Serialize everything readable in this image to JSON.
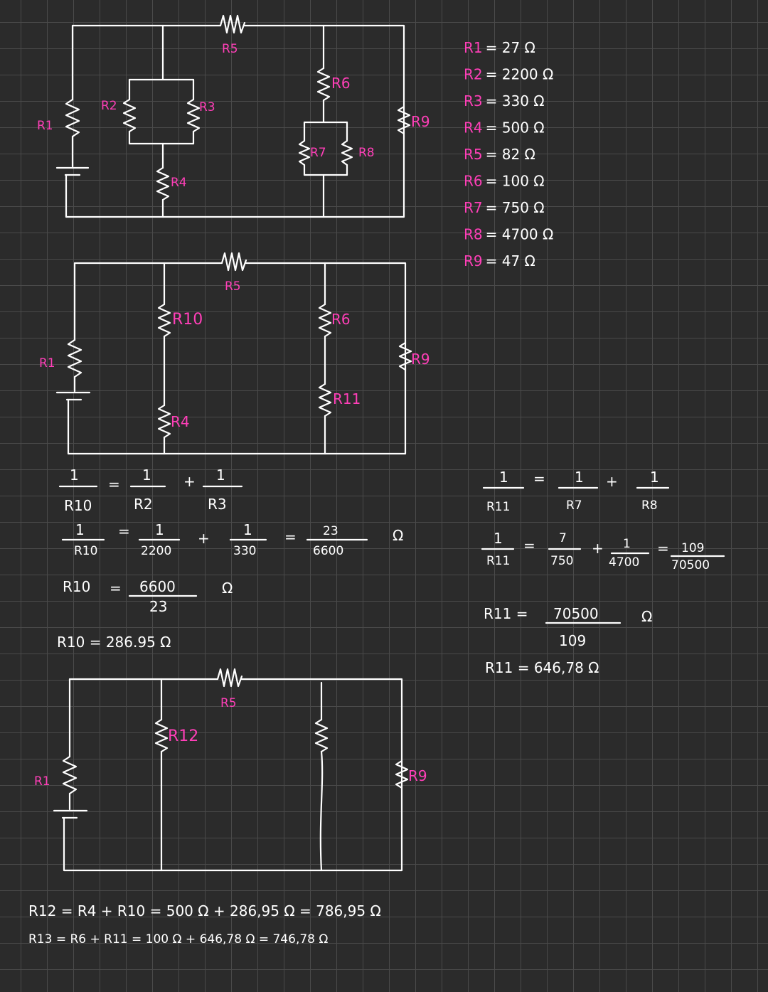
{
  "values": [
    {
      "label": "R1",
      "text": "= 27 Ω"
    },
    {
      "label": "R2",
      "text": "= 2200 Ω"
    },
    {
      "label": "R3",
      "text": "= 330 Ω"
    },
    {
      "label": "R4",
      "text": "= 500 Ω"
    },
    {
      "label": "R5",
      "text": "= 82 Ω"
    },
    {
      "label": "R6",
      "text": "= 100 Ω"
    },
    {
      "label": "R7",
      "text": "= 750 Ω"
    },
    {
      "label": "R8",
      "text": "= 4700 Ω"
    },
    {
      "label": "R9",
      "text": "= 47 Ω"
    }
  ],
  "circuit1": {
    "r1": "R1",
    "r2": "R2",
    "r3": "R3",
    "r4": "R4",
    "r5": "R5",
    "r6": "R6",
    "r7": "R7",
    "r8": "R8",
    "r9": "R9"
  },
  "circuit2": {
    "r1": "R1",
    "r10": "R10",
    "r4": "R4",
    "r5": "R5",
    "r6": "R6",
    "r11": "R11",
    "r9": "R9"
  },
  "circuit3": {
    "r1": "R1",
    "r12": "R12",
    "r5": "R5",
    "r9": "R9"
  },
  "calc_r10": {
    "eq1": {
      "n": "1",
      "lhs_den": "R10",
      "rhs1_den": "R2",
      "rhs2_den": "R3",
      "eq": "=",
      "plus": "+"
    },
    "eq2": {
      "lhs_den": "R10",
      "d1": "2200",
      "d2": "330",
      "res_num": "23",
      "res_den": "6600",
      "unit": "Ω"
    },
    "eq3": {
      "lhs": "R10",
      "eq": "=",
      "num": "6600",
      "den": "23",
      "unit": "Ω"
    },
    "eq4": "R10 = 286.95 Ω"
  },
  "calc_r11": {
    "eq1": {
      "n": "1",
      "lhs_den": "R11",
      "rhs1_den": "R7",
      "rhs2_den": "R8"
    },
    "eq2": {
      "lhs_den": "R11",
      "n1": "7",
      "d1": "750",
      "n2": "1",
      "d2": "4700",
      "res_num": "109",
      "res_den": "70500"
    },
    "eq3": {
      "lhs": "R11 =",
      "num": "70500",
      "den": "109",
      "unit": "Ω"
    },
    "eq4": "R11 = 646,78 Ω"
  },
  "final": {
    "r12": "R12 = R4 + R10 = 500 Ω + 286,95 Ω = 786,95 Ω",
    "r13": "R13 = R6 + R11 = 100 Ω + 646,78 Ω = 746,78 Ω"
  }
}
